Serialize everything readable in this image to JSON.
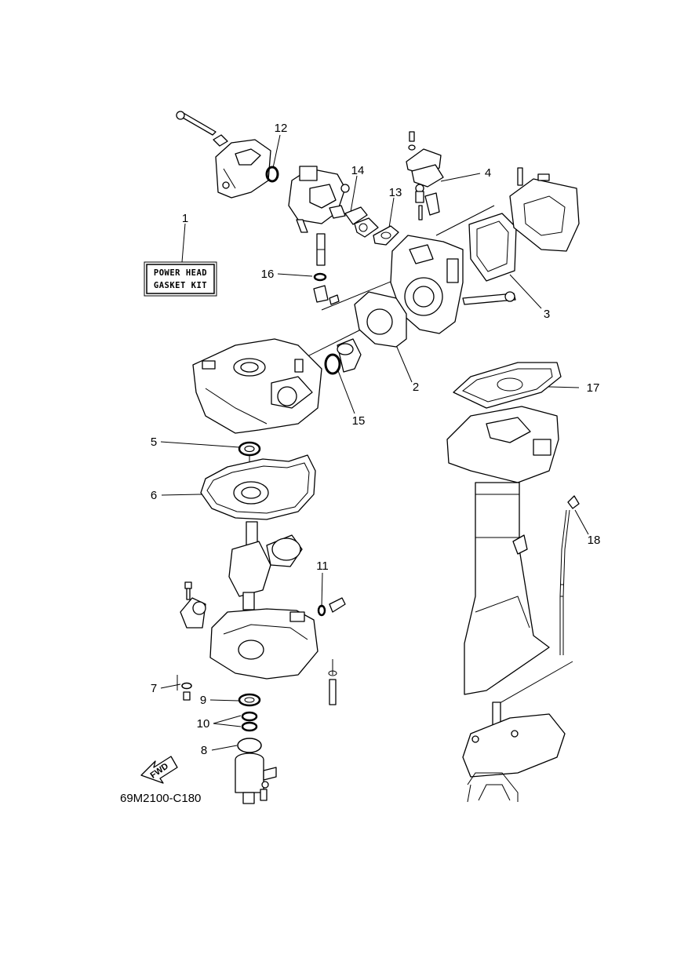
{
  "diagram": {
    "code": "69M2100-C180",
    "kit_label": {
      "line1": "POWER HEAD",
      "line2": "GASKET KIT"
    },
    "fwd_label": "FWD",
    "callouts": [
      "1",
      "2",
      "3",
      "4",
      "5",
      "6",
      "7",
      "8",
      "9",
      "10",
      "11",
      "12",
      "13",
      "14",
      "15",
      "16",
      "17",
      "18"
    ]
  }
}
